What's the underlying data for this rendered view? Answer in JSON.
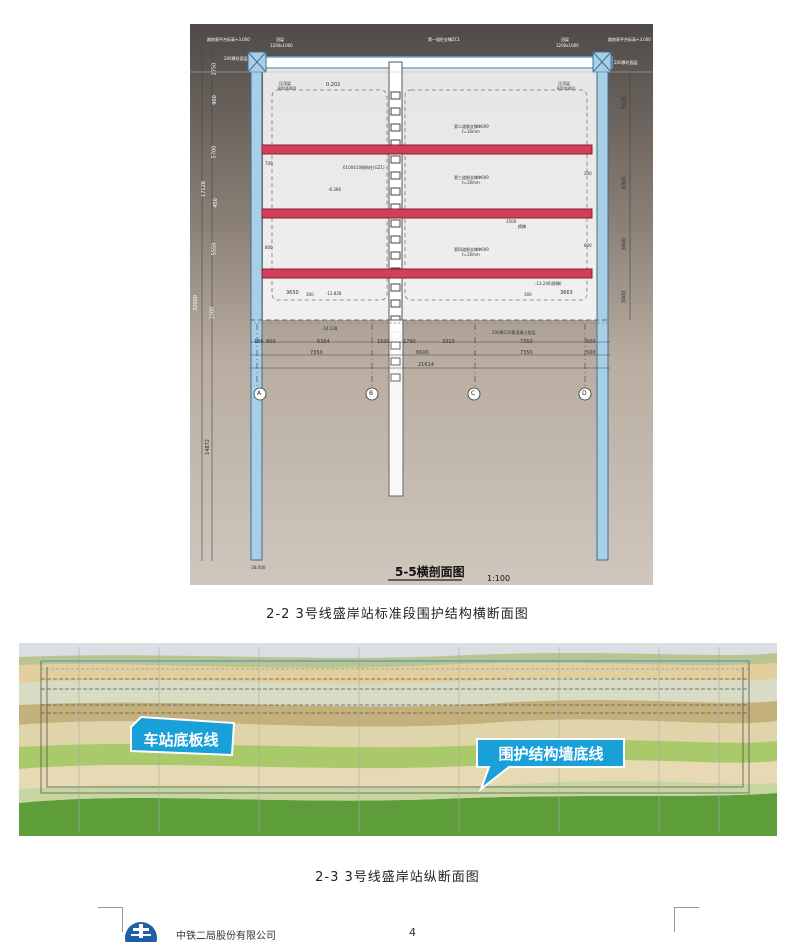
{
  "figure1": {
    "title": "5-5横剖面图",
    "scale": "1:100",
    "top_labels": {
      "left_elev": "路地表平台标高+3.000",
      "left_beam": "冠梁",
      "left_beam_size": "1200x1000",
      "center_strut": "第一道砼支撑ZC1",
      "right_beam": "冠梁",
      "right_beam_size": "1200x1000",
      "right_elev": "路地表平台标高+3.000",
      "left_rd": "200厚砼面层",
      "right_rd": "200厚砼面层",
      "left_waist": "压顶梁",
      "left_waist_size": "800X800",
      "right_waist": "压顶梁",
      "right_waist_size": "800X800",
      "elev_top": "0.202"
    },
    "strut_labels": [
      {
        "name": "第二道钢支撑Φ609",
        "t": "t=16mm"
      },
      {
        "name": "第三道钢支撑Φ609",
        "t": "t=16mm"
      },
      {
        "name": "第四道钢支撑Φ609",
        "t": "t=16mm"
      }
    ],
    "middle_labels": {
      "column": "610X610格构柱(GZ1)",
      "elev_mid": "-6.398",
      "shoring": "换撑",
      "elev_bot_left": "-12.828",
      "elev_bot_right": "-13.246(换撑)",
      "elev_base": "-14.128",
      "base_note": "200厚C20素混凝土垫层",
      "elev_toe": "-28.000",
      "dim_1500": "1500",
      "dim_700": "700",
      "dim_200": "200",
      "dim_800a": "800",
      "dim_800b": "800",
      "dim_3650": "3650",
      "dim_3663": "3663",
      "dim_300a": "300",
      "dim_300b": "300"
    },
    "left_dims": [
      "2750",
      "900",
      "5700",
      "17128",
      "450",
      "5550",
      "32000",
      "1500",
      "14872"
    ],
    "right_dims": [
      "5628",
      "4000",
      "3600",
      "3000"
    ],
    "bottom_dims_row1": [
      "186",
      "800",
      "6364",
      "1500",
      "1790",
      "3310",
      "7350",
      "500"
    ],
    "bottom_dims_row2": [
      "7350",
      "6600",
      "7350",
      "500"
    ],
    "bottom_total": "21614",
    "axes": [
      "A",
      "B",
      "C",
      "D"
    ],
    "colors": {
      "strut": "#d0405a",
      "wall": "#a8cfe6",
      "sky": "#5b5652",
      "ground": "#c2b6a8"
    }
  },
  "caption1": "2-2  3号线盛岸站标准段围护结构横断面图",
  "figure2": {
    "callout_left": "车站底板线",
    "callout_right": "围护结构墙底线",
    "colors": {
      "callout_fill": "#1aa0d8",
      "grass": "#5e9e3a",
      "sand": "#c8b47a"
    }
  },
  "caption2": "2-3  3号线盛岸站纵断面图",
  "footer": {
    "company": "中铁二局股份有限公司",
    "page": "4",
    "logo_icon": "company-logo-icon"
  }
}
